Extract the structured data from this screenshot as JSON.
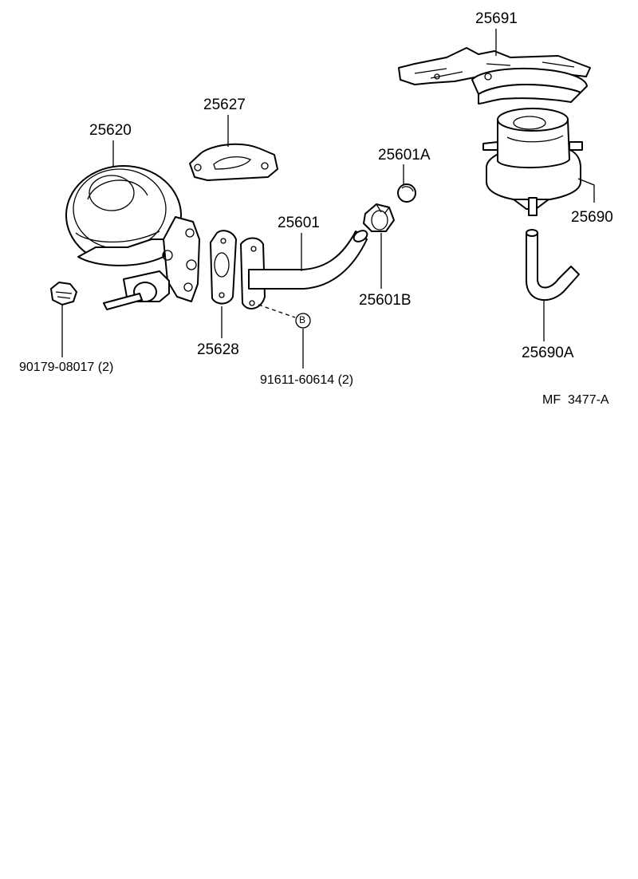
{
  "diagram": {
    "parts": {
      "p25691": "25691",
      "p25627": "25627",
      "p25620": "25620",
      "p25601A": "25601A",
      "p25601": "25601",
      "p25690": "25690",
      "p25601B": "25601B",
      "p90179": "90179-08017 (2)",
      "p25628": "25628",
      "p25690A": "25690A",
      "p91611": "91611-60614 (2)"
    },
    "callout_letter": "B",
    "drawing_code": "MF  3477-A"
  }
}
